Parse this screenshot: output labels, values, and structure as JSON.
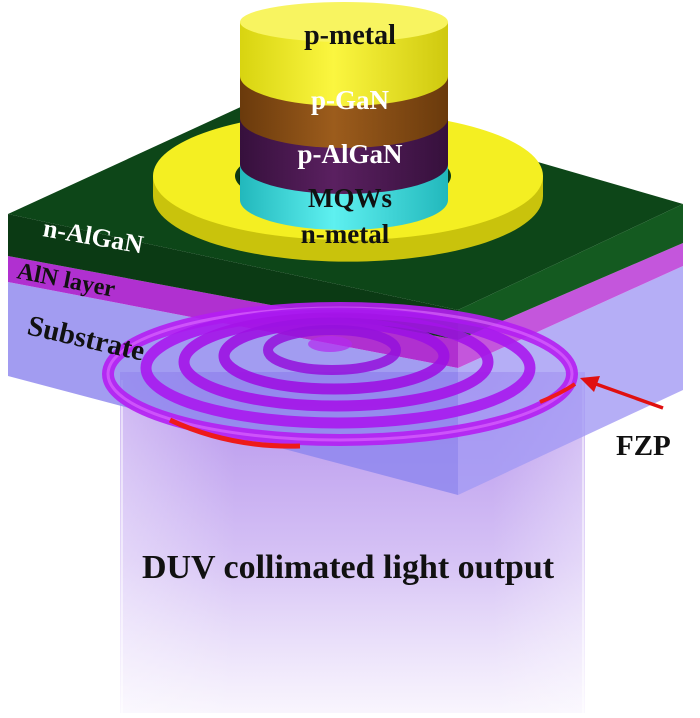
{
  "labels": {
    "p_metal": "p-metal",
    "p_gan": "p-GaN",
    "p_algan": "p-AlGaN",
    "mqws": "MQWs",
    "n_metal": "n-metal",
    "n_algan": "n-AlGaN",
    "aln_layer": "AlN layer",
    "substrate": "Substrate",
    "fzp": "FZP",
    "light_output": "DUV collimated light output"
  },
  "colors": {
    "p_metal": "#f2ee1a",
    "p_gan": "#8a5016",
    "p_algan": "#4a1850",
    "mqws": "#3cd8d8",
    "n_metal": "#eeea20",
    "n_algan": "#0e4316",
    "aln_layer": "#b43ad2",
    "substrate": "#9e94f4",
    "fzp": "#b020f0",
    "light_beam": "#a070e8",
    "arrow": "#e01010"
  }
}
